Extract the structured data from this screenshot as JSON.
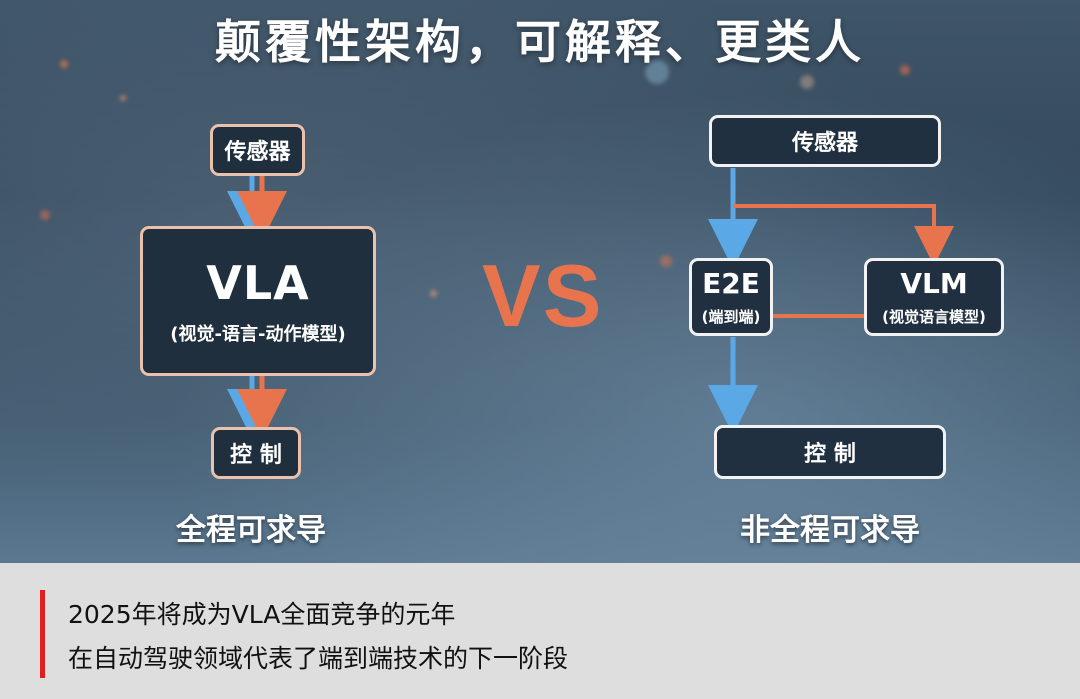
{
  "title": "颠覆性架构，可解释、更类人",
  "left": {
    "sensor": "传感器",
    "model_name": "VLA",
    "model_sub": "(视觉-语言-动作模型)",
    "control": "控 制",
    "caption": "全程可求导"
  },
  "vs": "VS",
  "right": {
    "sensor": "传感器",
    "e2e_name": "E2E",
    "e2e_sub": "(端到端)",
    "vlm_name": "VLM",
    "vlm_sub": "(视觉语言模型)",
    "control": "控 制",
    "caption": "非全程可求导"
  },
  "colors": {
    "accent_orange": "#e8744e",
    "arrow_blue": "#5aa9e6",
    "footer_bar": "#e02020"
  },
  "footer": {
    "line1": "2025年将成为VLA全面竞争的元年",
    "line2": "在自动驾驶领域代表了端到端技术的下一阶段"
  }
}
